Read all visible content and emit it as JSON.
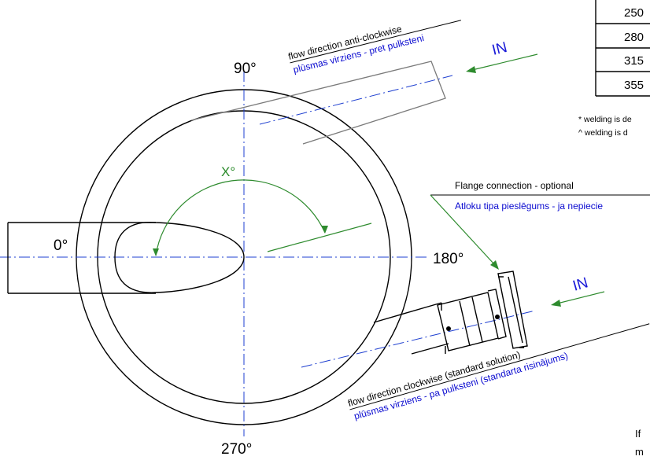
{
  "angles": {
    "deg_0": "0°",
    "deg_90": "90°",
    "deg_180": "180°",
    "deg_270": "270°",
    "x_angle": "X°"
  },
  "anticlockwise": {
    "line_en": "flow direction anti-clockwise",
    "line_lv": "plūsmas virziens - pret pulksteni",
    "in_label": "IN"
  },
  "clockwise": {
    "line_en": "flow direction clockwise (standard solution)",
    "line_lv": "plūsmas virziens - pa pulksteni (standarta risinājums)",
    "in_label": "IN"
  },
  "flange": {
    "line_en": "Flange connection - optional",
    "line_lv": "Atloku tipa pieslēgums - ja nepiecie"
  },
  "table": {
    "rows": [
      "250",
      "280",
      "315",
      "355"
    ]
  },
  "notes": {
    "note1": "* welding is de",
    "note2": "^ welding is d"
  },
  "cut_text": {
    "line1": "If",
    "line2": "m"
  },
  "colors": {
    "outline": "#000000",
    "centerline": "#1e3fd0",
    "leader": "#2e8b2e",
    "english_text": "#000000",
    "latvian_text": "#0a0ad0"
  }
}
